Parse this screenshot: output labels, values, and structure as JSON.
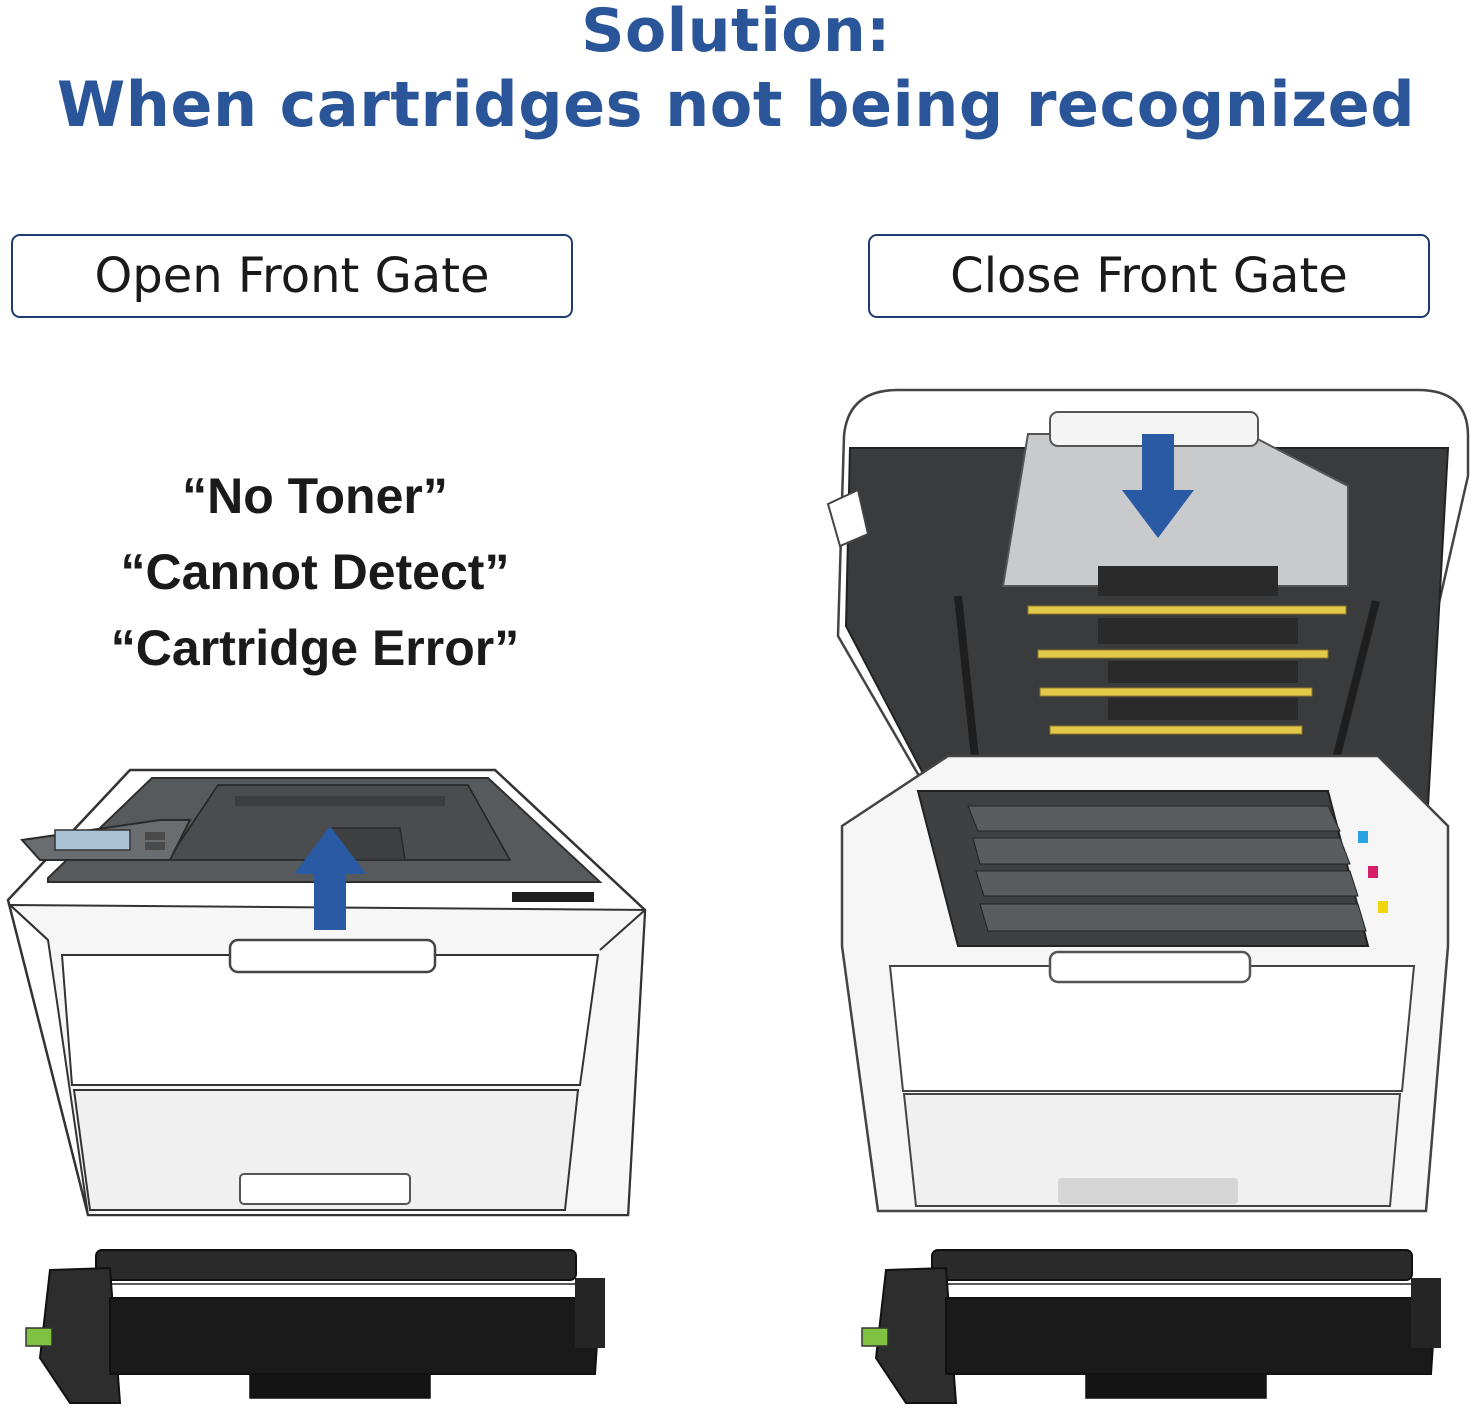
{
  "header": {
    "line1": "Solution:",
    "line2": "When cartridges not being recognized"
  },
  "steps": {
    "left_label": "Open Front Gate",
    "right_label": "Close Front Gate"
  },
  "errors": [
    "“No Toner”",
    "“Cannot Detect”",
    "“Cartridge Error”"
  ],
  "colors": {
    "title_blue": "#2a5699",
    "arrow_blue": "#2a5aa3",
    "box_border": "#1f3c70",
    "toner_yellow": "#e3c94a"
  },
  "icons": {
    "arrow_up": "arrow-up-icon",
    "arrow_down": "arrow-down-icon"
  }
}
